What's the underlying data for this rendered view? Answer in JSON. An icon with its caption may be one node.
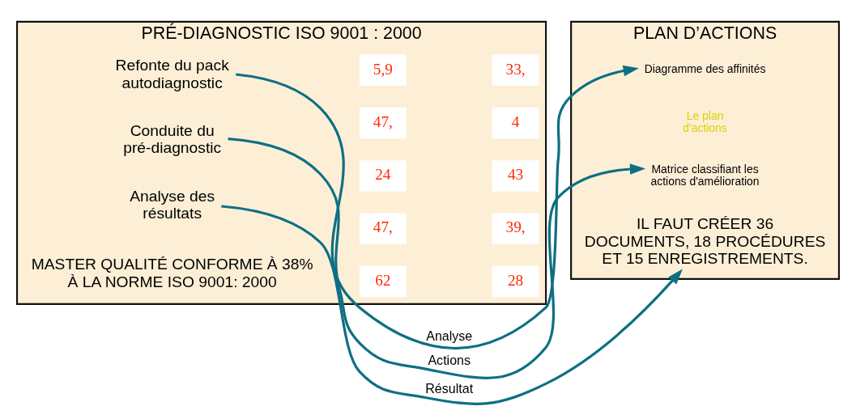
{
  "diagram": {
    "nodes": [
      {
        "text": [
          "PRÉ-DIAGNOSTIC ISO 9001 : 2000"
        ]
      },
      {
        "text": [
          "Refonte du pack autodiagnostic"
        ],
        "in": 0
      },
      {
        "text": [
          "Conduite du pré-diagnostic"
        ],
        "in": 0
      },
      {
        "text": [
          "Analyse des résultats"
        ],
        "in": 0
      },
      {
        "text": [
          "MASTER QUALITÉ CONFORME À 38% À LA NORME ISO 9001: 2000"
        ],
        "in": 0
      },
      {
        "text": [
          "PLAN D’ACTIONS"
        ]
      },
      {
        "text": [
          "Diagramme des affinités"
        ],
        "in": 5
      },
      {
        "text": [
          "Le plan d'actions"
        ],
        "in": 5
      },
      {
        "text": [
          "Matrice classifiant les actions d'amélioration"
        ],
        "in": 5
      },
      {
        "text": [
          "IL FAUT CRÉER 36 DOCUMENTS, 18 PROCÉDURES ET 15 ENREGISTREMENTS."
        ],
        "in": 5
      }
    ],
    "edges": [
      {
        "from": 1,
        "to": 6,
        "arrow": "to",
        "label": "Analyse"
      },
      {
        "from": 2,
        "to": 8,
        "arrow": "to",
        "label": "Actions"
      },
      {
        "from": 3,
        "to": 9,
        "arrow": "to",
        "label": "Résultat"
      }
    ],
    "labels": [
      "5,9",
      "33,",
      "47,",
      "4",
      "24",
      "43",
      "47,",
      "39,",
      "62",
      "28"
    ]
  }
}
